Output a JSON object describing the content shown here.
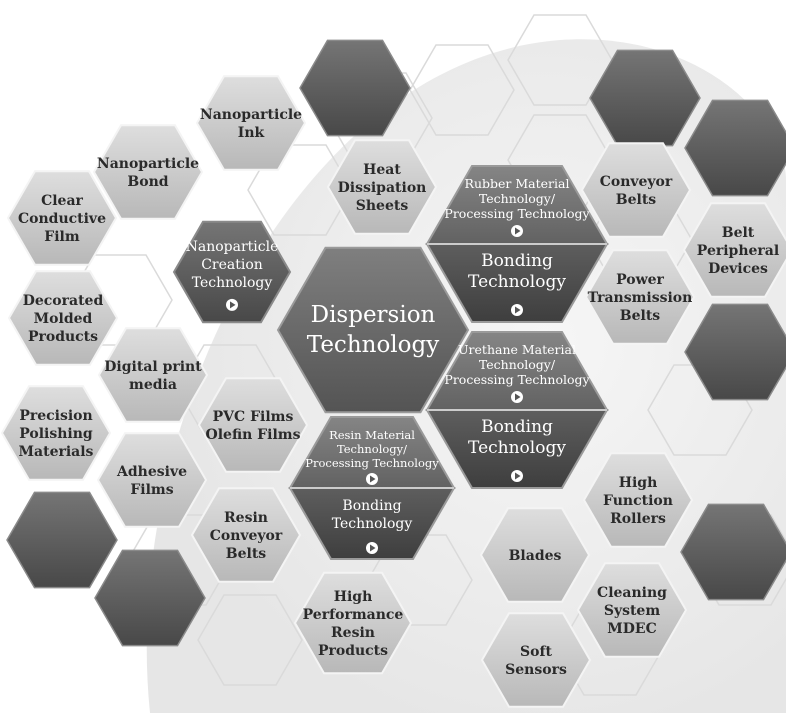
{
  "hexagons": [
    {
      "id": "nanoparticle-ink",
      "label": [
        "Nanoparticle",
        "Ink"
      ],
      "tone": "light",
      "link": false
    },
    {
      "id": "nanoparticle-bond",
      "label": [
        "Nanoparticle",
        "Bond"
      ],
      "tone": "light",
      "link": false
    },
    {
      "id": "clear-conductive-film",
      "label": [
        "Clear",
        "Conductive",
        "Film"
      ],
      "tone": "light",
      "link": false
    },
    {
      "id": "heat-dissipation-sheets",
      "label": [
        "Heat",
        "Dissipation",
        "Sheets"
      ],
      "tone": "light",
      "link": false
    },
    {
      "id": "nanoparticle-creation-technology",
      "label": [
        "Nanoparticle",
        "Creation",
        "Technology"
      ],
      "tone": "dark",
      "link": true
    },
    {
      "id": "decorated-molded-products",
      "label": [
        "Decorated",
        "Molded",
        "Products"
      ],
      "tone": "light",
      "link": false
    },
    {
      "id": "digital-print-media",
      "label": [
        "Digital print",
        "media"
      ],
      "tone": "light",
      "link": false
    },
    {
      "id": "precision-polishing-materials",
      "label": [
        "Precision",
        "Polishing",
        "Materials"
      ],
      "tone": "light",
      "link": false
    },
    {
      "id": "pvc-olefin-films",
      "label": [
        "PVC Films",
        "Olefin Films"
      ],
      "tone": "light",
      "link": false
    },
    {
      "id": "adhesive-films",
      "label": [
        "Adhesive",
        "Films"
      ],
      "tone": "light",
      "link": false
    },
    {
      "id": "resin-conveyor-belts",
      "label": [
        "Resin",
        "Conveyor",
        "Belts"
      ],
      "tone": "light",
      "link": false
    },
    {
      "id": "high-performance-resin-products",
      "label": [
        "High",
        "Performance",
        "Resin",
        "Products"
      ],
      "tone": "light",
      "link": false
    },
    {
      "id": "conveyor-belts",
      "label": [
        "Conveyor",
        "Belts"
      ],
      "tone": "light",
      "link": false
    },
    {
      "id": "belt-peripheral-devices",
      "label": [
        "Belt",
        "Peripheral",
        "Devices"
      ],
      "tone": "light",
      "link": false
    },
    {
      "id": "power-transmission-belts",
      "label": [
        "Power",
        "Transmission",
        "Belts"
      ],
      "tone": "light",
      "link": false
    },
    {
      "id": "high-function-rollers",
      "label": [
        "High",
        "Function",
        "Rollers"
      ],
      "tone": "light",
      "link": false
    },
    {
      "id": "blades",
      "label": [
        "Blades"
      ],
      "tone": "light",
      "link": false
    },
    {
      "id": "cleaning-system-mdec",
      "label": [
        "Cleaning",
        "System",
        "MDEC"
      ],
      "tone": "light",
      "link": false
    },
    {
      "id": "soft-sensors",
      "label": [
        "Soft",
        "Sensors"
      ],
      "tone": "light",
      "link": false
    }
  ],
  "center": {
    "label": [
      "Dispersion",
      "Technology"
    ]
  },
  "split_hexes": [
    {
      "id": "rubber",
      "top": [
        "Rubber Material",
        "Technology/",
        "Processing Technology"
      ],
      "bottom": [
        "Bonding",
        "Technology"
      ]
    },
    {
      "id": "urethane",
      "top": [
        "Urethane Material",
        "Technology/",
        "Processing Technology"
      ],
      "bottom": [
        "Bonding",
        "Technology"
      ]
    },
    {
      "id": "resin",
      "top": [
        "Resin Material",
        "Technology/",
        "Processing Technology"
      ],
      "bottom": [
        "Bonding",
        "Technology"
      ]
    }
  ],
  "colors": {
    "light": "#c9c9c9",
    "light_stroke": "#f4f4f4",
    "dark": "#5f5f5f",
    "center": "#6e6e6e",
    "split_top": "#707070",
    "split_bottom": "#505050",
    "outline": "#dadada",
    "text_dark": "#2a2a2a",
    "text_light": "#ffffff"
  }
}
